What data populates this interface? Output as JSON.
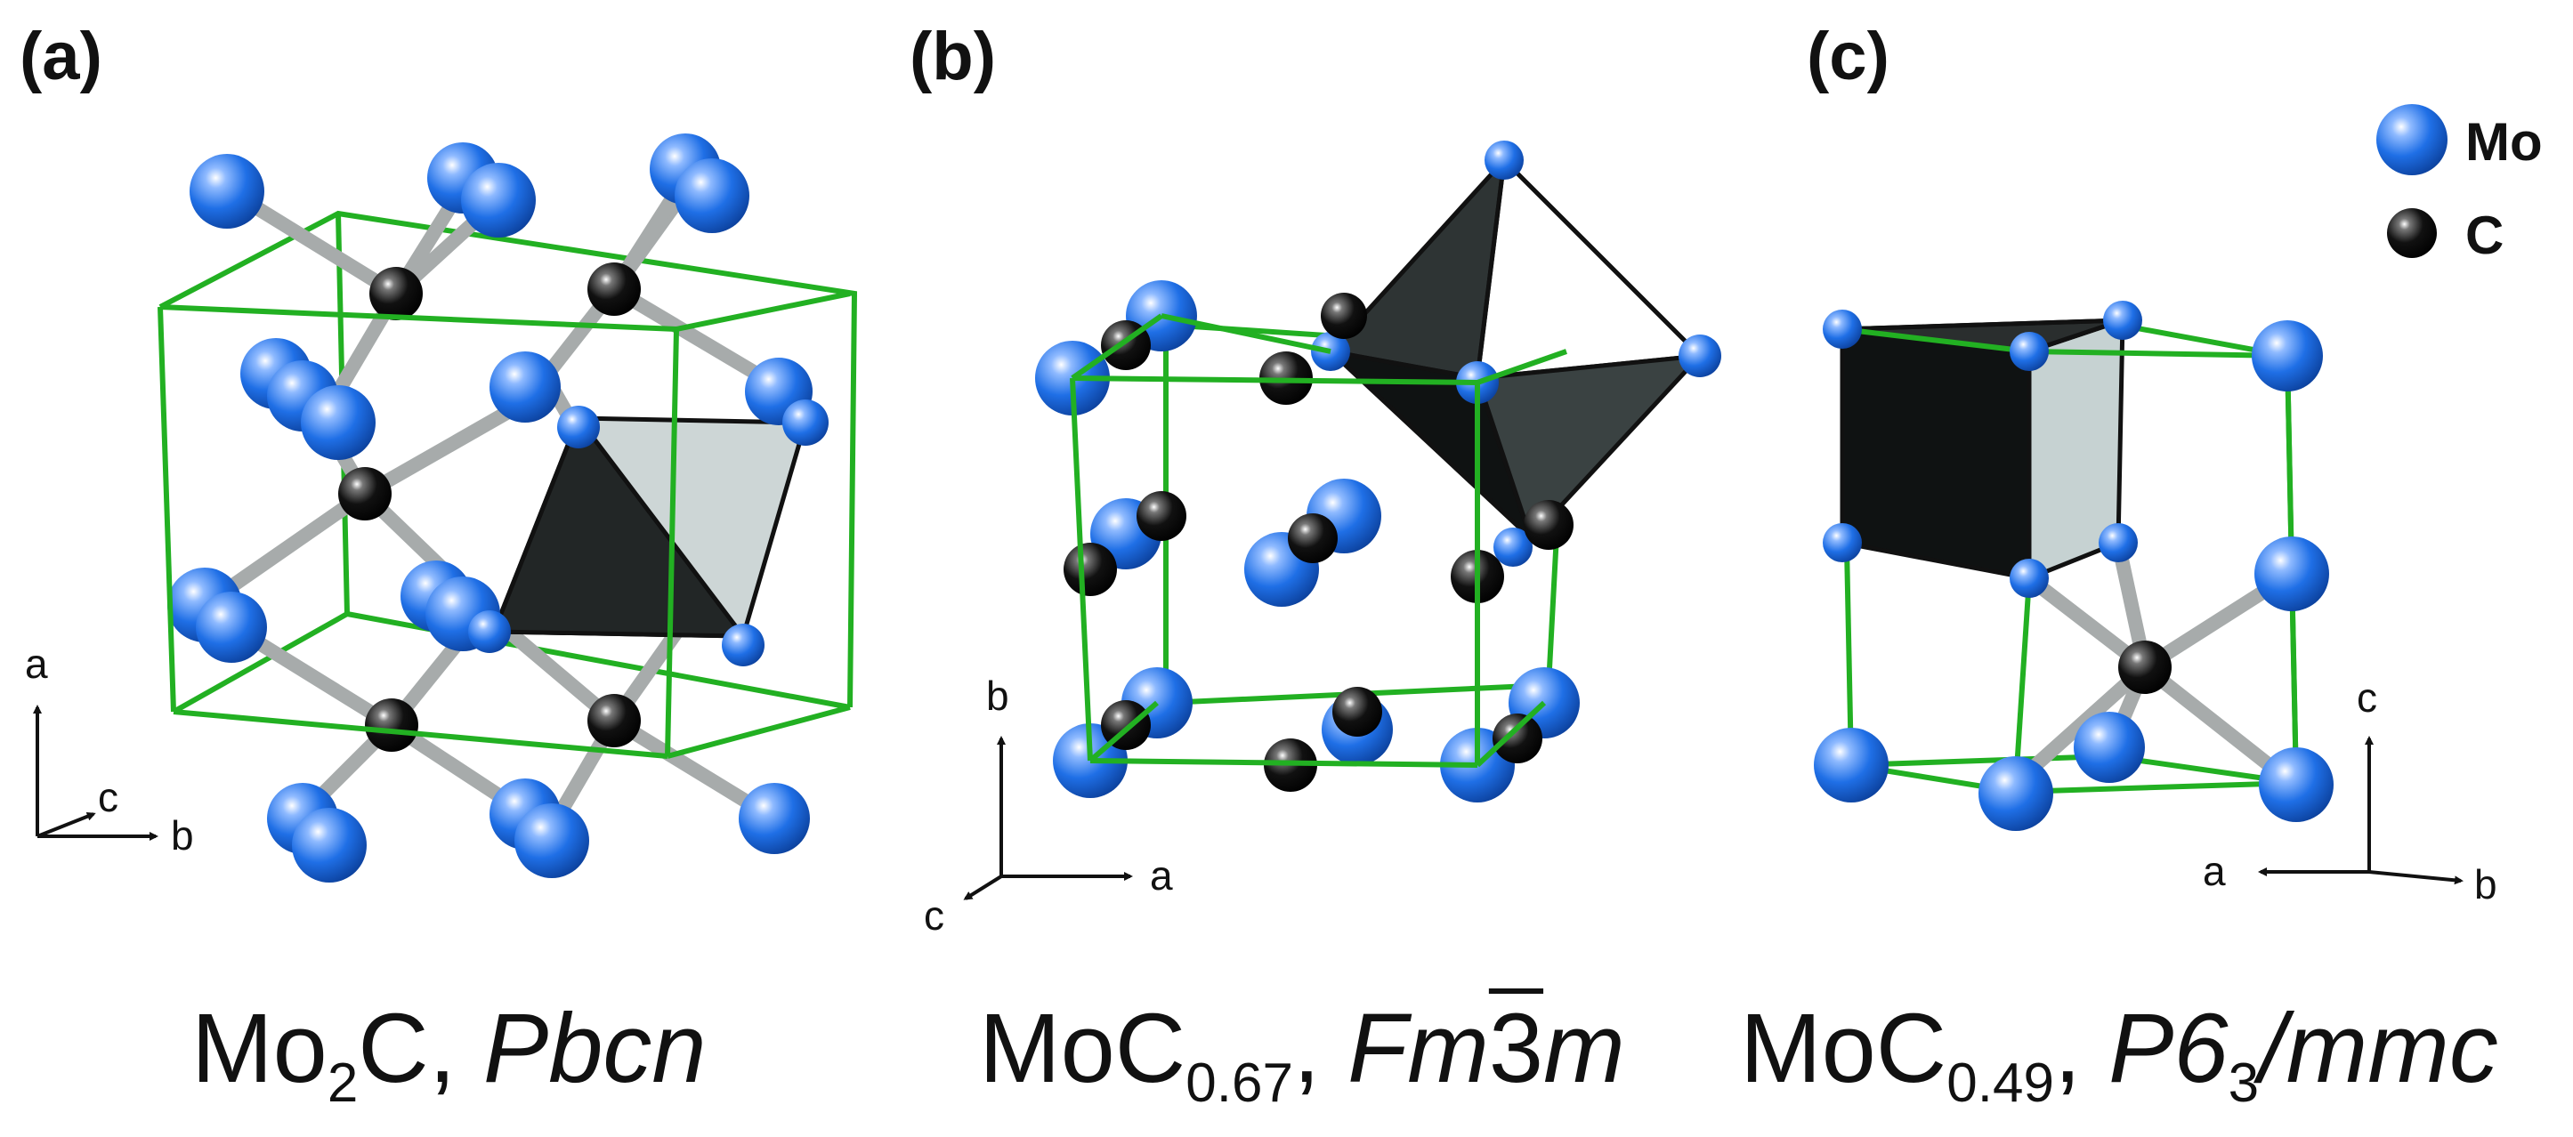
{
  "panels": [
    {
      "label": "(a)",
      "formula": "Mo",
      "sub": "2",
      "after": "C, ",
      "group": "Pbcn"
    },
    {
      "label": "(b)",
      "formula": "MoC",
      "sub": "0.67",
      "after": ", ",
      "group_pre": "Fm",
      "group_bar": "3",
      "group_post": "m"
    },
    {
      "label": "(c)",
      "formula": "MoC",
      "sub": "0.49",
      "after": ", ",
      "group_pre": "P6",
      "group_sub": "3",
      "group_post": "/mmc"
    }
  ],
  "axes": {
    "a": {
      "up": "a",
      "right": "b",
      "diag": "c"
    },
    "b": {
      "up": "b",
      "right": "a",
      "diag": "c"
    },
    "c": {
      "up": "c",
      "left": "a",
      "right": "b"
    }
  },
  "legend": [
    {
      "label": "Mo",
      "color": "#1f6fe6"
    },
    {
      "label": "C",
      "color": "#111111"
    }
  ],
  "colors": {
    "mo": "#1f6fe6",
    "c": "#111111",
    "cell": "#22b022",
    "bond": "#a7abab",
    "poly_dark": "#222626",
    "poly_light": "#c6d2d2"
  }
}
